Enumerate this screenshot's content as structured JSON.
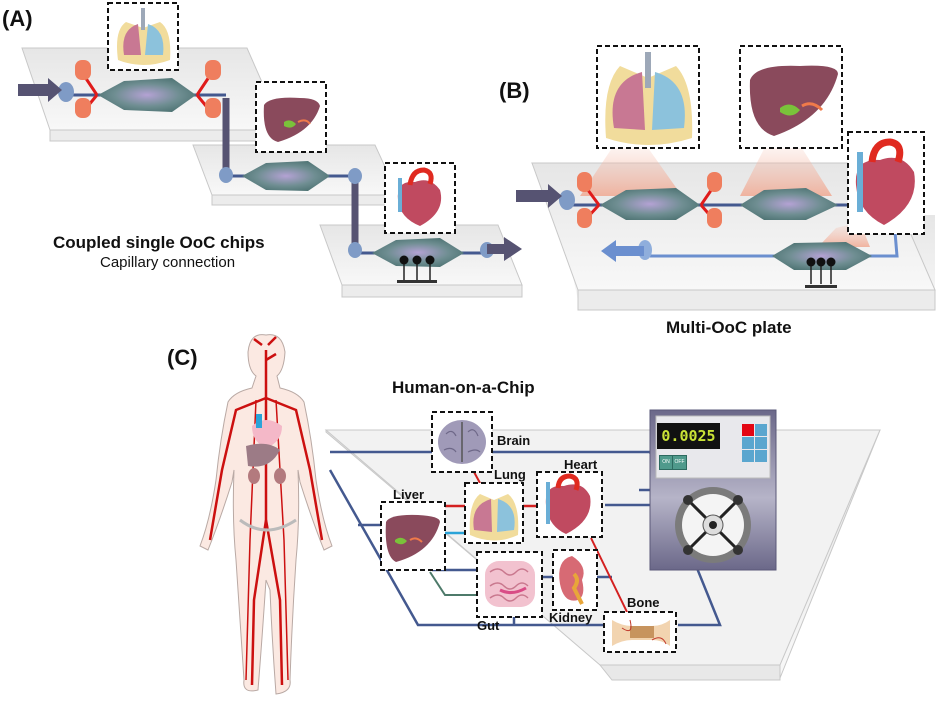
{
  "panels": {
    "a": {
      "label": "(A)",
      "title": "Coupled single OoC chips",
      "subtitle": "Capillary connection",
      "chips": [
        {
          "organ": "lung",
          "sensor": false
        },
        {
          "organ": "liver",
          "sensor": false
        },
        {
          "organ": "heart",
          "sensor": true
        }
      ]
    },
    "b": {
      "label": "(B)",
      "title": "Multi-OoC plate",
      "organs": [
        "lung",
        "liver",
        "heart"
      ]
    },
    "c": {
      "label": "(C)",
      "title": "Human-on-a-Chip",
      "organs": [
        {
          "id": "brain",
          "label": "Brain"
        },
        {
          "id": "lung",
          "label": "Lung"
        },
        {
          "id": "heart",
          "label": "Heart"
        },
        {
          "id": "liver",
          "label": "Liver"
        },
        {
          "id": "gut",
          "label": "Gut"
        },
        {
          "id": "kidney",
          "label": "Kidney"
        },
        {
          "id": "bone",
          "label": "Bone"
        }
      ],
      "pump": {
        "readout": "0.0025",
        "on_label": "ON",
        "off_label": "OFF"
      }
    }
  },
  "colors": {
    "channel": "#44598f",
    "arterial": "#d42020",
    "venous": "#2aa3d8",
    "chamber": "#5f8a8a",
    "inlet_arrow": "#565372",
    "outlet_arrow": "#6b8fcf",
    "pump_body": "#6d6b8c",
    "plate": "#f0f0f0"
  }
}
